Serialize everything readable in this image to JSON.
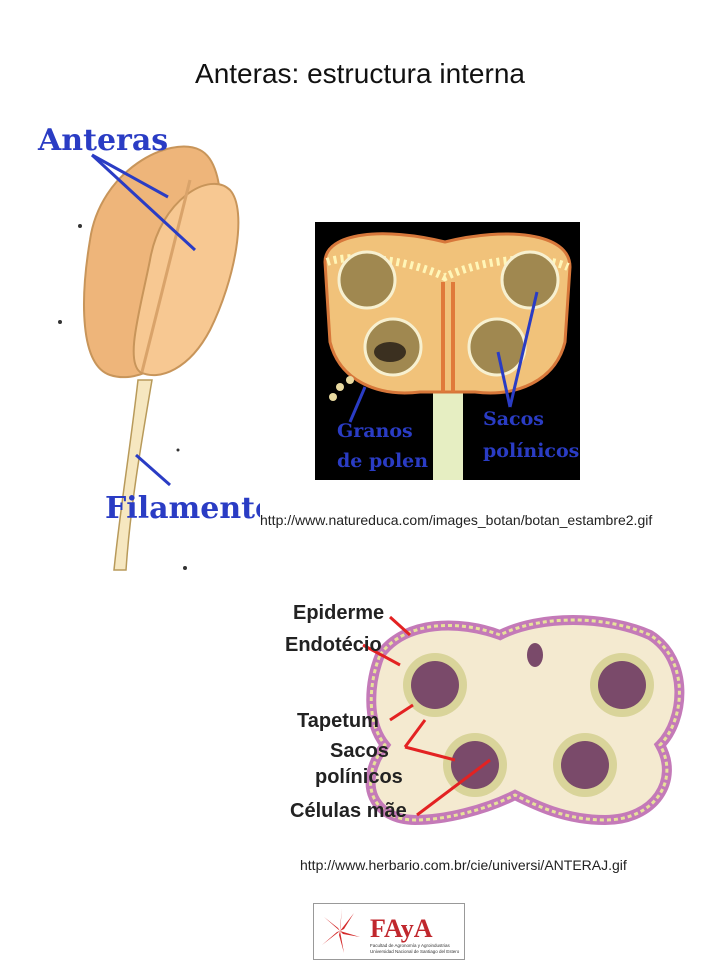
{
  "slide": {
    "title": "Anteras: estructura interna"
  },
  "figure1": {
    "label_anteras": "Anteras",
    "label_filamento": "Filamento"
  },
  "figure2": {
    "label_granos_1": "Granos",
    "label_granos_2": "de polen",
    "label_sacos_1": "Sacos",
    "label_sacos_2": "polínicos",
    "url": "http://www.natureduca.com/images_botan/botan_estambre2.gif"
  },
  "figure3": {
    "label_epiderme": "Epiderme",
    "label_endotecio": "Endotécio",
    "label_tapetum": "Tapetum",
    "label_sacos_1": "Sacos",
    "label_sacos_2": "polínicos",
    "label_celulas": "Células mãe",
    "url": "http://www.herbario.com.br/cie/universi/ANTERAJ.gif"
  },
  "logo": {
    "text_main": "FAyA",
    "text_sub_1": "Facultad de Agronomía y Agroindustrias",
    "text_sub_2": "Universidad Nacional de Santiago del Estero"
  },
  "colors": {
    "anther_fill": "#f3c48a",
    "label_blue": "#2a3cc4",
    "arrow_red": "#e32222",
    "epidermis_pink": "#e7a0e6"
  }
}
